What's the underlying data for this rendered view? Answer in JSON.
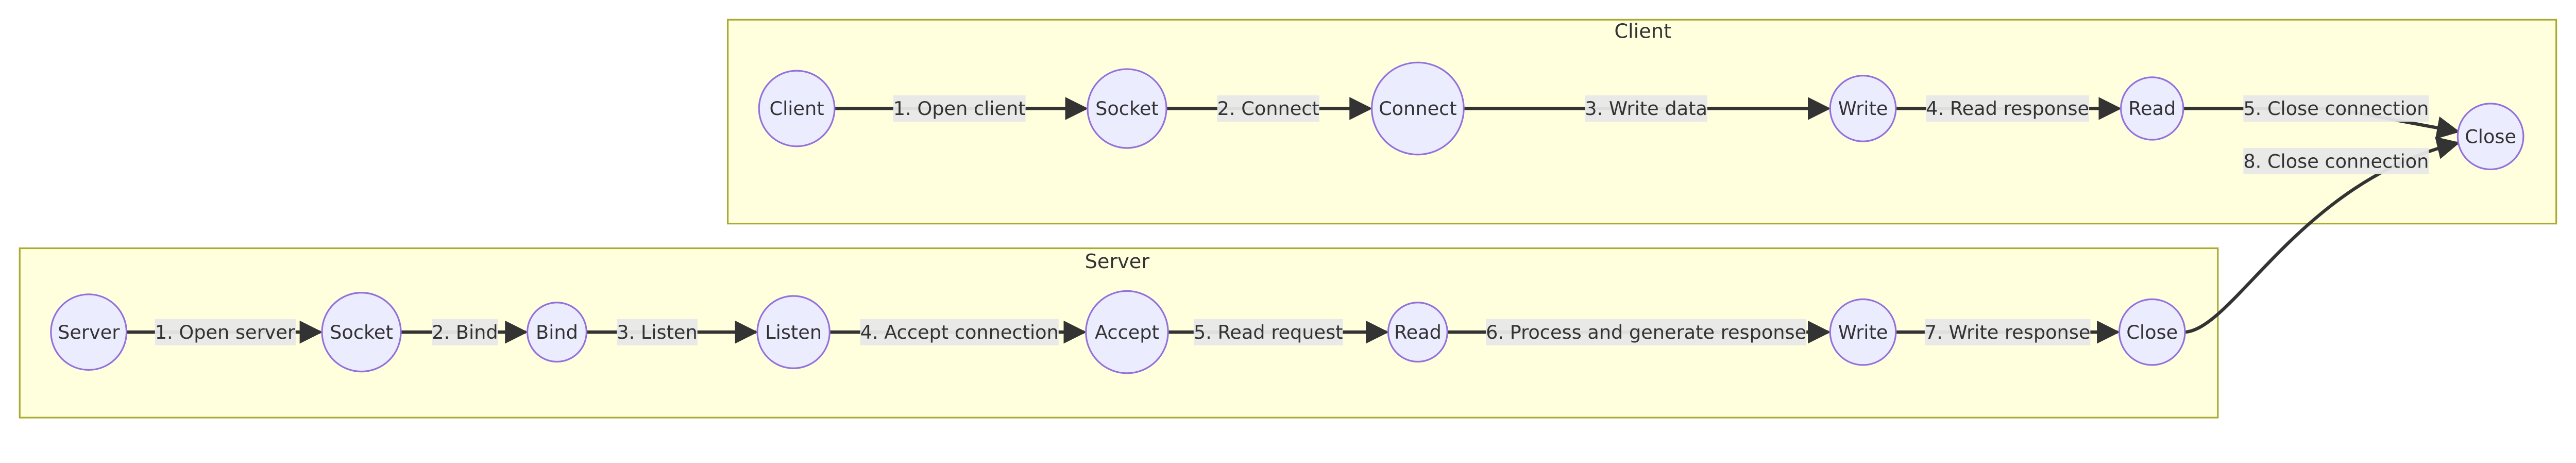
{
  "colors": {
    "cluster_fill": "#ffffde",
    "cluster_border": "#aaaa33",
    "node_fill": "#ececff",
    "node_border": "#9370db",
    "edge": "#333333",
    "edge_label_bg": "#e8e8e8"
  },
  "clusters": {
    "client": {
      "title": "Client",
      "nodes": [
        {
          "id": "c_client",
          "label": "Client"
        },
        {
          "id": "c_socket",
          "label": "Socket"
        },
        {
          "id": "c_connect",
          "label": "Connect"
        },
        {
          "id": "c_write",
          "label": "Write"
        },
        {
          "id": "c_read",
          "label": "Read"
        },
        {
          "id": "c_close",
          "label": "Close"
        }
      ]
    },
    "server": {
      "title": "Server",
      "nodes": [
        {
          "id": "s_server",
          "label": "Server"
        },
        {
          "id": "s_socket",
          "label": "Socket"
        },
        {
          "id": "s_bind",
          "label": "Bind"
        },
        {
          "id": "s_listen",
          "label": "Listen"
        },
        {
          "id": "s_accept",
          "label": "Accept"
        },
        {
          "id": "s_read",
          "label": "Read"
        },
        {
          "id": "s_write",
          "label": "Write"
        },
        {
          "id": "s_close",
          "label": "Close"
        }
      ]
    }
  },
  "edges": [
    {
      "from": "c_client",
      "to": "c_socket",
      "label": "1. Open client"
    },
    {
      "from": "c_socket",
      "to": "c_connect",
      "label": "2. Connect"
    },
    {
      "from": "c_connect",
      "to": "c_write",
      "label": "3. Write data"
    },
    {
      "from": "c_write",
      "to": "c_read",
      "label": "4. Read response"
    },
    {
      "from": "c_read",
      "to": "c_close",
      "label": "5. Close connection"
    },
    {
      "from": "s_server",
      "to": "s_socket",
      "label": "1. Open server"
    },
    {
      "from": "s_socket",
      "to": "s_bind",
      "label": "2. Bind"
    },
    {
      "from": "s_bind",
      "to": "s_listen",
      "label": "3. Listen"
    },
    {
      "from": "s_listen",
      "to": "s_accept",
      "label": "4. Accept connection"
    },
    {
      "from": "s_accept",
      "to": "s_read",
      "label": "5. Read request"
    },
    {
      "from": "s_read",
      "to": "s_write",
      "label": "6. Process and generate response"
    },
    {
      "from": "s_write",
      "to": "s_close",
      "label": "7. Write response"
    },
    {
      "from": "s_close",
      "to": "c_close",
      "label": "8. Close connection"
    }
  ]
}
